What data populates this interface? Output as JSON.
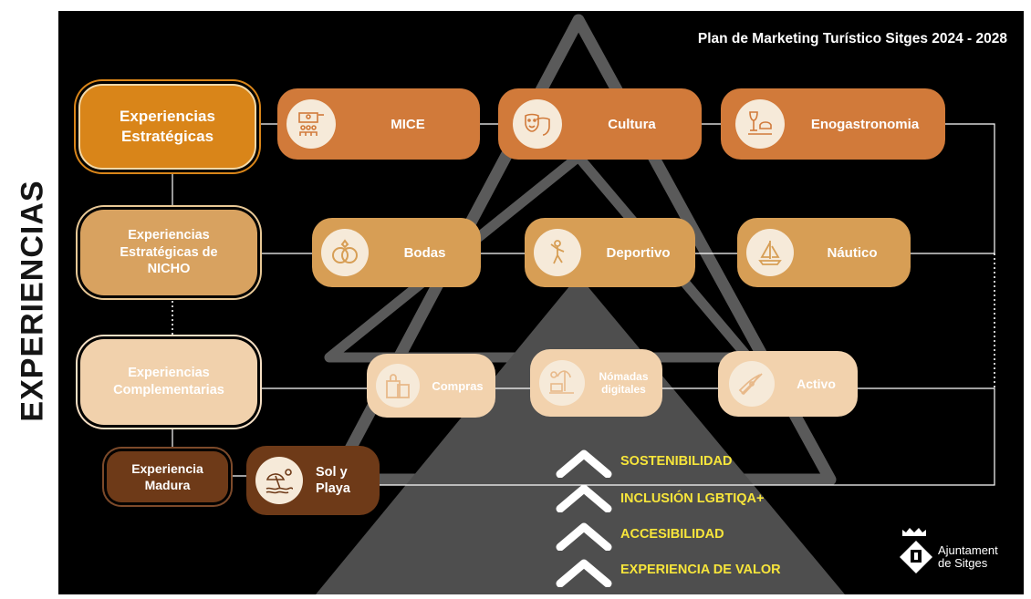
{
  "side_title": "EXPERIENCIAS",
  "plan_title": "Plan de Marketing Turístico Sitges 2024 - 2028",
  "levels": {
    "estrategicas": {
      "line1": "Experiencias",
      "line2": "Estratégicas"
    },
    "nicho": {
      "line1": "Experiencias",
      "line2": "Estratégicas de",
      "line3": "NICHO"
    },
    "complementarias": {
      "line1": "Experiencias",
      "line2": "Complementarias"
    },
    "madura": {
      "line1": "Experiencia",
      "line2": "Madura"
    }
  },
  "experiences": {
    "mice": {
      "label": "MICE",
      "icon": "meeting-icon"
    },
    "cultura": {
      "label": "Cultura",
      "icon": "theater-masks-icon"
    },
    "enogastronomia": {
      "label": "Enogastronomia",
      "icon": "wine-food-icon"
    },
    "bodas": {
      "label": "Bodas",
      "icon": "wedding-rings-icon"
    },
    "deportivo": {
      "label": "Deportivo",
      "icon": "athlete-icon"
    },
    "nautico": {
      "label": "Náutico",
      "icon": "sailboat-icon"
    },
    "compras": {
      "label": "Compras",
      "icon": "shopping-bags-icon"
    },
    "nomadas": {
      "label_line1": "Nómadas",
      "label_line2": "digitales",
      "icon": "laptop-palm-icon"
    },
    "activo": {
      "label": "Activo",
      "icon": "kayak-icon"
    },
    "sol_playa": {
      "label_line1": "Sol y",
      "label_line2": "Playa",
      "icon": "beach-umbrella-icon"
    }
  },
  "values": [
    "SOSTENIBILIDAD",
    "INCLUSIÓN  LGBTIQA+",
    "ACCESIBILIDAD",
    "EXPERIENCIA DE VALOR"
  ],
  "logo": {
    "line1": "Ajuntament",
    "line2": "de Sitges"
  },
  "colors": {
    "estrategicas": "#d98519",
    "nicho": "#d8a260",
    "complementarias": "#f1d1ac",
    "madura": "#6e3a18",
    "values_text": "#f7e53b"
  }
}
